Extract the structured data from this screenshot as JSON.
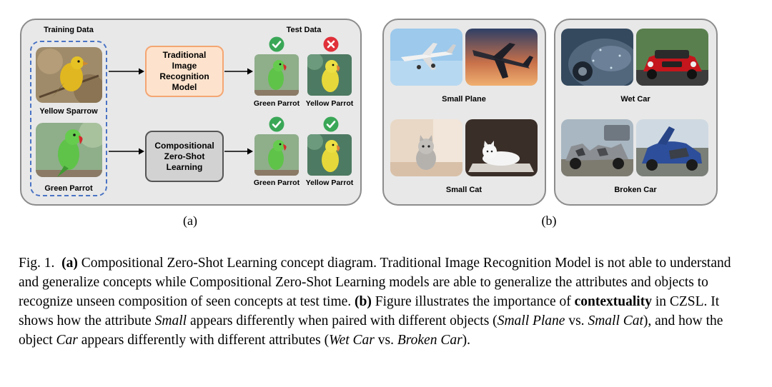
{
  "panel_a": {
    "training_title": "Training Data",
    "test_title": "Test Data",
    "training_items": [
      "Yellow Sparrow",
      "Green Parrot"
    ],
    "row1": {
      "model": "Traditional\nImage\nRecognition\nModel",
      "test_labels": [
        "Green Parrot",
        "Yellow Parrot"
      ],
      "results": [
        "check",
        "cross"
      ]
    },
    "row2": {
      "model": "Compositional\nZero-Shot\nLearning",
      "test_labels": [
        "Green Parrot",
        "Yellow Parrot"
      ],
      "results": [
        "check",
        "check"
      ]
    },
    "label": "(a)"
  },
  "panel_b": {
    "groups": [
      {
        "label": "Small Plane"
      },
      {
        "label": "Small Cat"
      },
      {
        "label": "Wet Car"
      },
      {
        "label": "Broken Car"
      }
    ],
    "label": "(b)"
  },
  "colors": {
    "check": "#3aa757",
    "cross": "#e0303a",
    "traditional_fill": "#fde3cd",
    "traditional_border": "#f4a673",
    "czsl_fill": "#d2d2d2",
    "czsl_border": "#555555",
    "dash_border": "#4a73c4"
  },
  "caption": {
    "fig": "Fig. 1.",
    "a_tag": "(a)",
    "a_text": " Compositional Zero-Shot Learning concept diagram. Traditional Image Recognition Model is not able to understand and generalize concepts while Compositional Zero-Shot Learning models are able to generalize the attributes and objects to recognize unseen composition of seen concepts at test time. ",
    "b_tag": "(b)",
    "b_text1": " Figure illustrates the importance of ",
    "b_bold": "contextuality",
    "b_text2": " in CZSL. It shows how the attribute ",
    "b_it1": "Small",
    "b_text3": " appears differently when paired with different objects (",
    "b_it2": "Small Plane",
    "b_text4": " vs. ",
    "b_it3": "Small Cat",
    "b_text5": "), and how the object ",
    "b_it4": "Car",
    "b_text6": " appears differently with different attributes (",
    "b_it5": "Wet Car",
    "b_text7": " vs. ",
    "b_it6": "Broken Car",
    "b_text8": ")."
  }
}
